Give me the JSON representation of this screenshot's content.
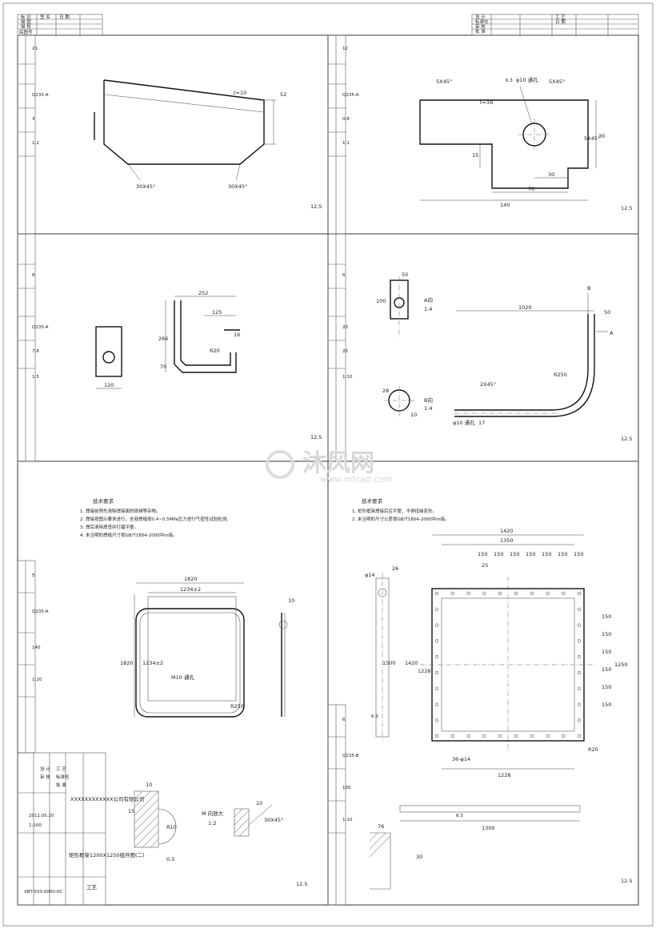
{
  "watermark": {
    "brand": "沐风网",
    "site": "www.mfcad.com"
  },
  "header_left": {
    "rows": [
      "标 记",
      "描 图",
      "描 校",
      "底图号"
    ],
    "cols": [
      "签 名",
      "日 期"
    ]
  },
  "header_right": {
    "cells": [
      "设 计",
      "标准化",
      "审 核",
      "批 准",
      "工 艺",
      "日 期"
    ]
  },
  "views": {
    "v1": {
      "dims": [
        "52",
        "t=10",
        "30X45°",
        "30X45°"
      ],
      "table": [
        "21",
        "Q235-A",
        "3",
        "1:2"
      ],
      "rough": "12.5"
    },
    "v2": {
      "dims": [
        "5X45°",
        "5X45°",
        "t=16",
        "φ10 通孔",
        "6.3",
        "30",
        "15",
        "5X45°",
        "30",
        "70",
        "140"
      ],
      "table": [
        "12",
        "Q235-A",
        "0.8",
        "1:1"
      ],
      "rough": "12.5"
    },
    "v3": {
      "dims": [
        "252",
        "125",
        "16",
        "266",
        "70",
        "R20",
        "120"
      ],
      "table": [
        "8",
        "Q235-A",
        "7.8",
        "1:5"
      ],
      "rough": "12.5"
    },
    "v4": {
      "dims": [
        "1020",
        "50",
        "B",
        "A",
        "50",
        "100",
        "28",
        "10",
        "2X45°",
        "R250",
        "φ10 通孔",
        "17",
        "A向",
        "1:4",
        "B向",
        "1:4"
      ],
      "table": [
        "6",
        "20",
        "25",
        "1:10"
      ],
      "rough": "12.5"
    },
    "v5": {
      "notes_title": "技术要求",
      "notes": [
        "1. 焊接前预先清除焊接面的铁锈等杂物。",
        "2. 焊接按图示要求进行，全部焊缝按0.4~0.5MPa压力进行气密性试验检测。",
        "3. 焊后清除焊渣并打磨平整。",
        "4. 未注明的焊缝尺寸按GB/T1804-2000中m级。"
      ],
      "dims": [
        "1820",
        "1234±2",
        "1820",
        "1234±2",
        "M10 通孔",
        "R250",
        "10"
      ],
      "table": [
        "5",
        "Q235-A",
        "140",
        "1:20"
      ],
      "section": "M 向放大",
      "section_scale": "1:2",
      "detail_dims": [
        "10",
        "15",
        "R10",
        "0.5",
        "10",
        "30X45°"
      ],
      "rough": "12.5"
    },
    "v6": {
      "notes_title": "技术要求",
      "notes": [
        "1. 矩形框架焊接后应平整，不得扭曲变形。",
        "2. 未注明的尺寸公差按GB/T1804-2000中m级。"
      ],
      "dims": [
        "1420",
        "1350",
        "150",
        "150",
        "150",
        "150",
        "150",
        "150",
        "150",
        "25",
        "150",
        "150",
        "150",
        "150",
        "150",
        "150",
        "1250",
        "1500",
        "1420",
        "1228",
        "1228",
        "1300",
        "R20",
        "26",
        "φ14",
        "6.3",
        "76",
        "30",
        "36-φ14"
      ],
      "table": [
        "6",
        "Q235-B",
        "100",
        "1:10"
      ],
      "rough": "12.5"
    }
  },
  "title_block": {
    "company": "XXXXXXXXXXXX公司有限公司",
    "drawing_title": "矩形框架1200X1250组件图(二)",
    "date": "2011.05.20",
    "scale": "1:100",
    "product": "XBT-033-0000-0C",
    "labels": [
      "设 计",
      "审 核",
      "工 艺",
      "标准化",
      "批 准"
    ],
    "process": "工艺"
  }
}
